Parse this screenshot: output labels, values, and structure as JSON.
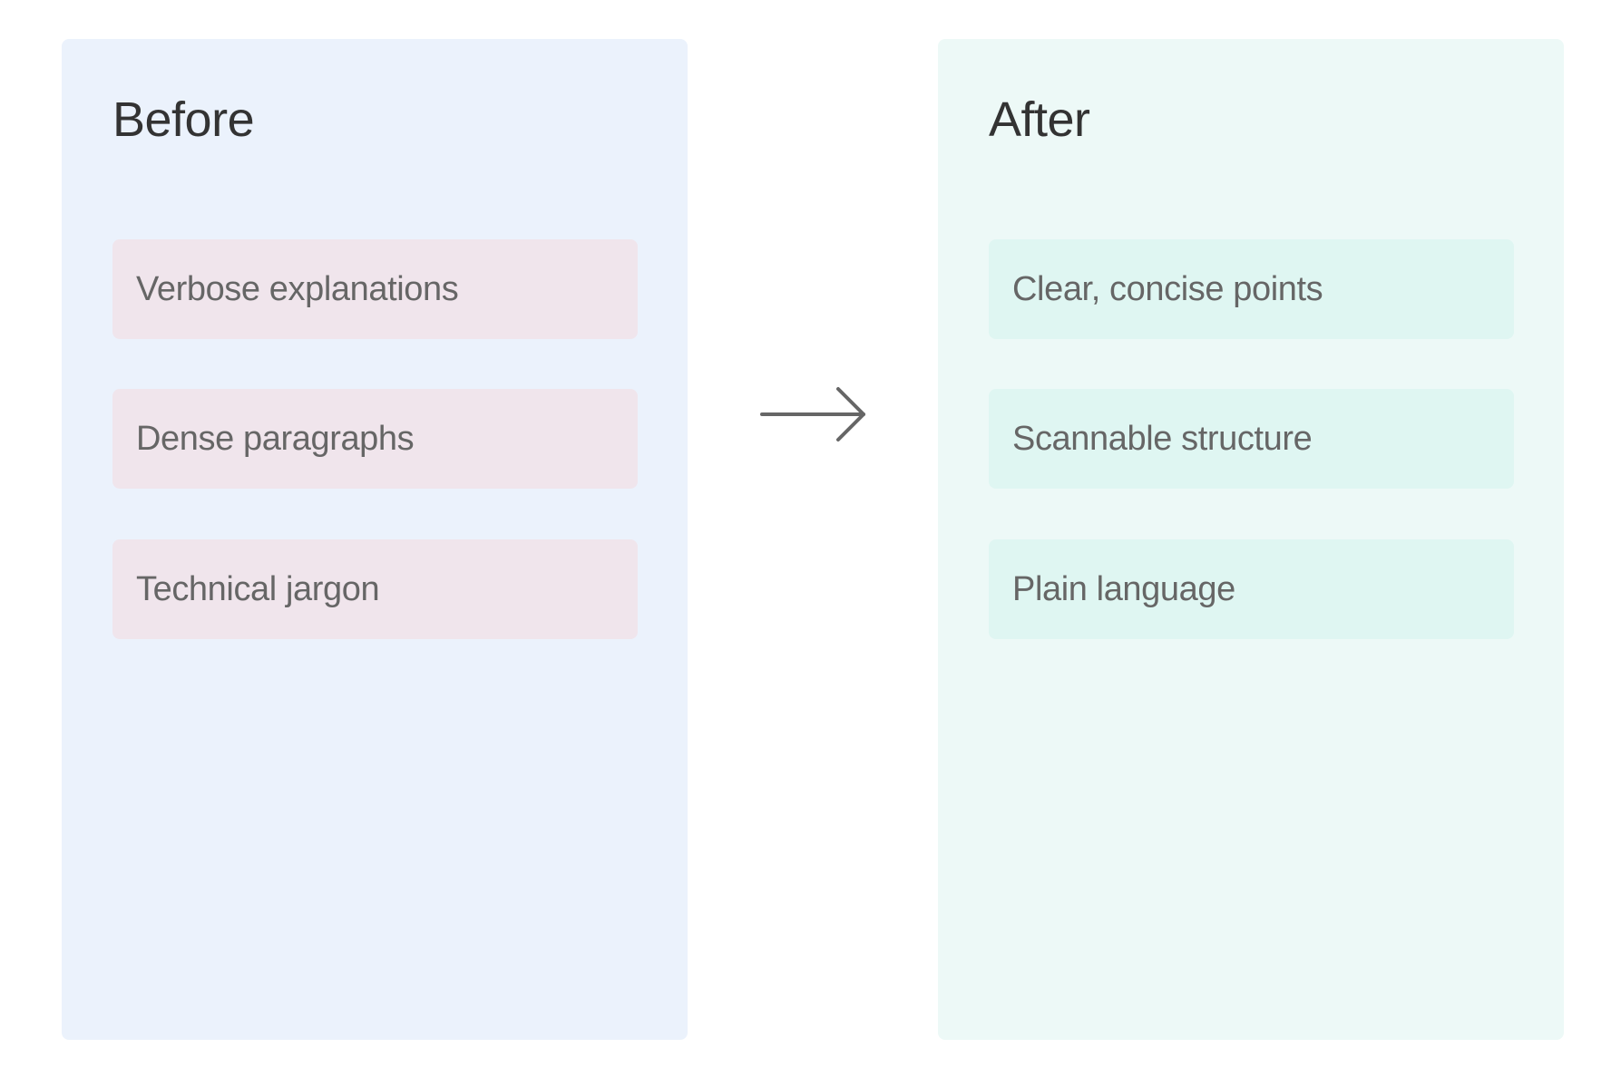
{
  "colors": {
    "before_panel": "#ebf2fc",
    "before_item": "#f0e5ec",
    "after_panel": "#edf9f7",
    "after_item": "#dff6f2",
    "arrow": "#666666"
  },
  "before": {
    "title": "Before",
    "items": [
      {
        "label": "Verbose explanations"
      },
      {
        "label": "Dense paragraphs"
      },
      {
        "label": "Technical jargon"
      }
    ]
  },
  "after": {
    "title": "After",
    "items": [
      {
        "label": "Clear, concise points"
      },
      {
        "label": "Scannable structure"
      },
      {
        "label": "Plain language"
      }
    ]
  },
  "connector": {
    "icon": "arrow-right-icon"
  }
}
